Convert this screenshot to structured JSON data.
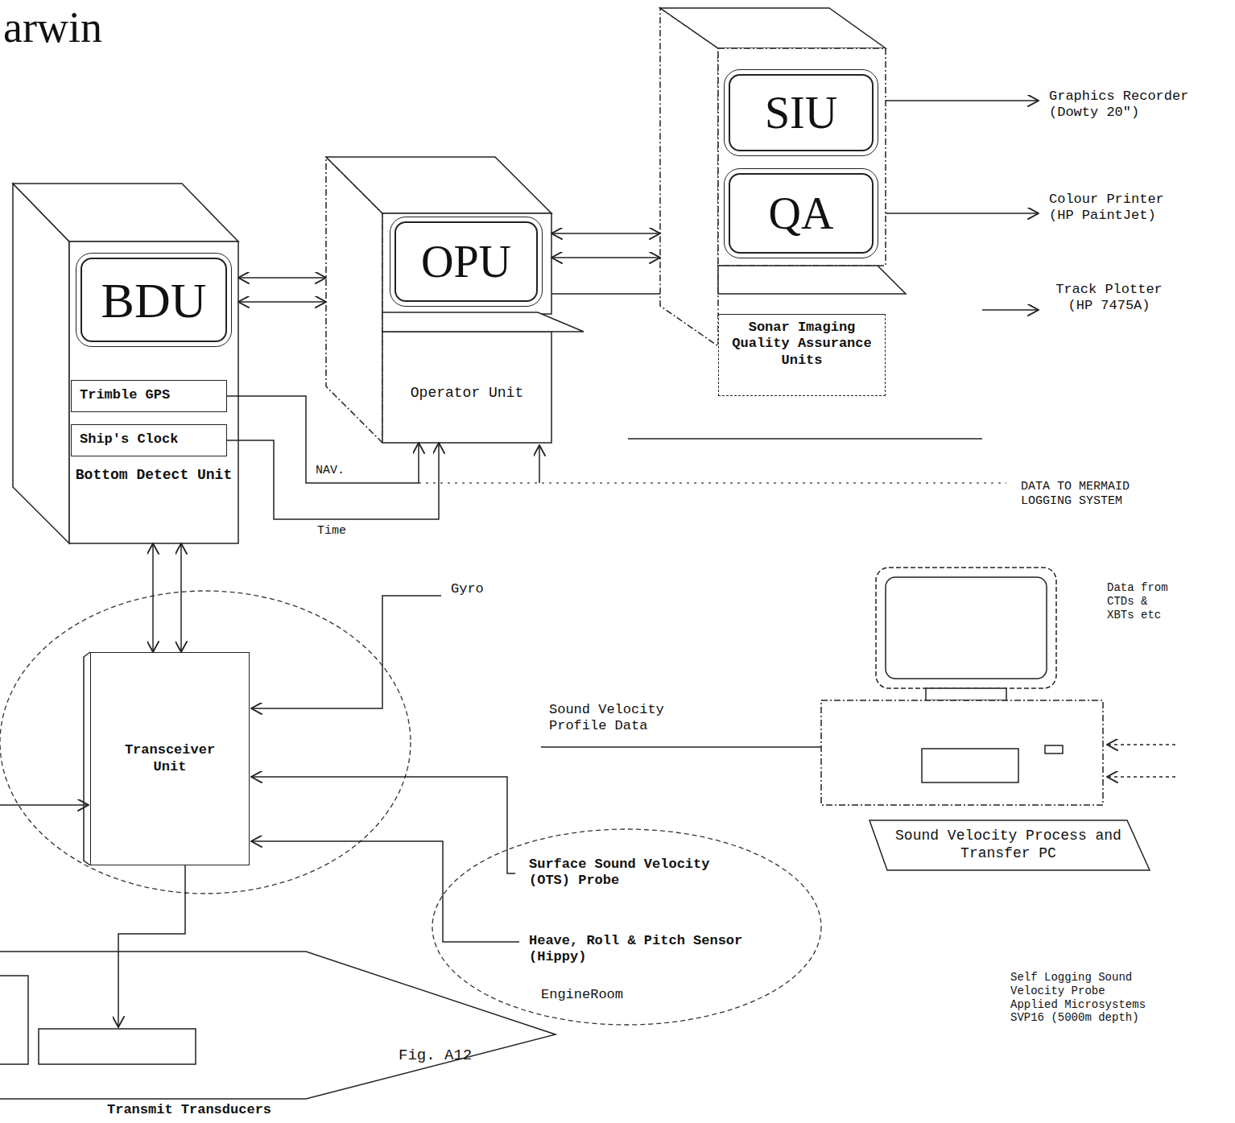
{
  "diagram": {
    "title": "arwin",
    "caption": "Fig. A12",
    "nodes": [
      {
        "text": [
          "Bottom Detect Unit"
        ]
      },
      {
        "text": [
          "BDU"
        ],
        "in": 0
      },
      {
        "text": [
          "Trimble GPS"
        ],
        "in": 0
      },
      {
        "text": [
          "Ship's Clock"
        ],
        "in": 0
      },
      {
        "text": [
          "Operator Unit"
        ]
      },
      {
        "text": [
          "OPU"
        ],
        "in": 4
      },
      {
        "text": [
          "Sonar Imaging Quality Assurance Units"
        ]
      },
      {
        "text": [
          "SIU"
        ],
        "in": 6
      },
      {
        "text": [
          "QA"
        ],
        "in": 6
      },
      {
        "text": [
          "Transceiver Unit"
        ]
      },
      {
        "text": [
          "EngineRoom"
        ]
      },
      {
        "text": [
          "Sound Velocity Process and Transfer PC"
        ]
      }
    ],
    "edges": [
      {
        "from": 0,
        "to": 4,
        "arrow": "both"
      },
      {
        "from": 0,
        "to": 4,
        "arrow": "both"
      },
      {
        "from": 4,
        "to": 6,
        "arrow": "both"
      },
      {
        "from": 4,
        "to": 6,
        "arrow": "both"
      },
      {
        "from": 4,
        "to": 6,
        "arrow": "none"
      },
      {
        "from": 2,
        "to": 4,
        "label": "NAV.",
        "arrow": "to"
      },
      {
        "from": 3,
        "to": 4,
        "label": "Time",
        "arrow": "to"
      },
      {
        "from": 0,
        "to": 9,
        "arrow": "both"
      },
      {
        "from": 0,
        "to": 9,
        "arrow": "both"
      }
    ],
    "labels": [
      "Graphics Recorder (Dowty 20\")",
      "Colour Printer (HP PaintJet)",
      "Track Plotter (HP 7475A)",
      "DATA TO MERMAID LOGGING SYSTEM",
      "Gyro",
      "Sound Velocity Profile Data",
      "Data from CTDs & XBTs etc",
      "Surface Sound Velocity (OTS) Probe",
      "Heave, Roll & Pitch Sensor (Hippy)",
      "Self Logging Sound Velocity Probe Applied Microsystems SVP16 (5000m depth)",
      "Transmit Transducers"
    ]
  }
}
